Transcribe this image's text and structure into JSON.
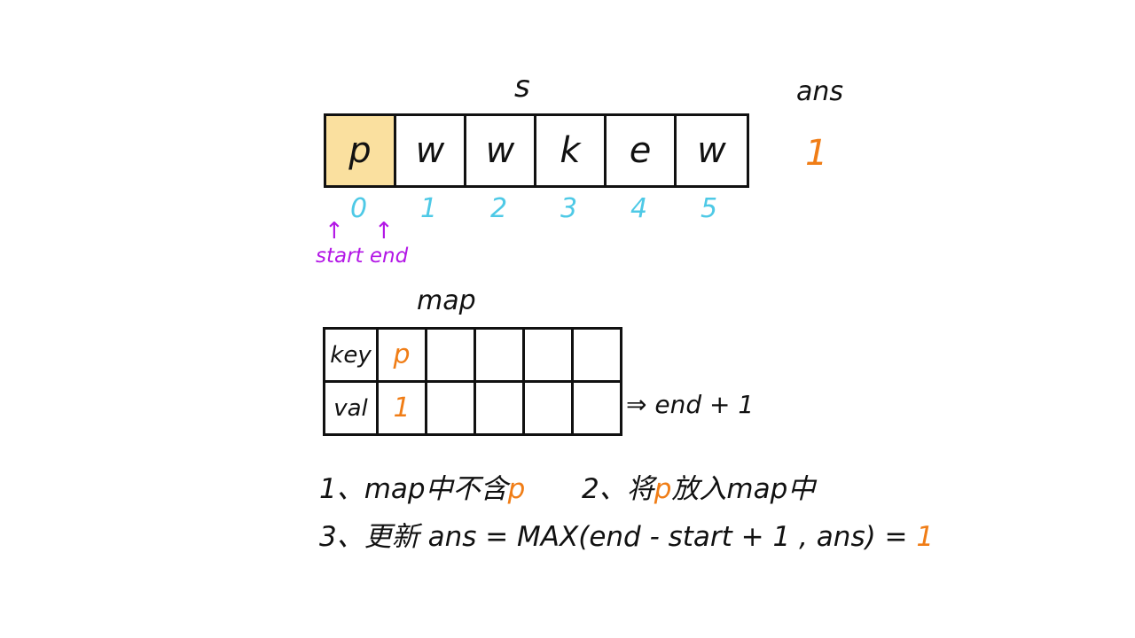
{
  "array": {
    "label": "s",
    "cells": [
      "p",
      "w",
      "w",
      "k",
      "e",
      "w"
    ],
    "indices": [
      "0",
      "1",
      "2",
      "3",
      "4",
      "5"
    ],
    "highlight_index": 0,
    "highlight_color": "#fae09f",
    "index_color": "#4ec9e6"
  },
  "pointers": {
    "arrow": "↑",
    "start_label": "start",
    "end_label": "end",
    "color": "#b317e6"
  },
  "ans": {
    "label": "ans",
    "value": "1",
    "color": "#f07d16"
  },
  "map": {
    "label": "map",
    "key_header": "key",
    "val_header": "val",
    "keys": [
      "p",
      "",
      "",
      "",
      ""
    ],
    "vals": [
      "1",
      "",
      "",
      "",
      ""
    ],
    "note": "⇒ end + 1"
  },
  "steps": {
    "step1_text": "1、map中不含",
    "step1_char": "p",
    "step2_prefix": "2、将",
    "step2_char": "p",
    "step2_suffix": "放入map中",
    "step3_text": "3、更新 ans = MAX(end - start + 1 , ans) =",
    "step3_value": "1"
  }
}
